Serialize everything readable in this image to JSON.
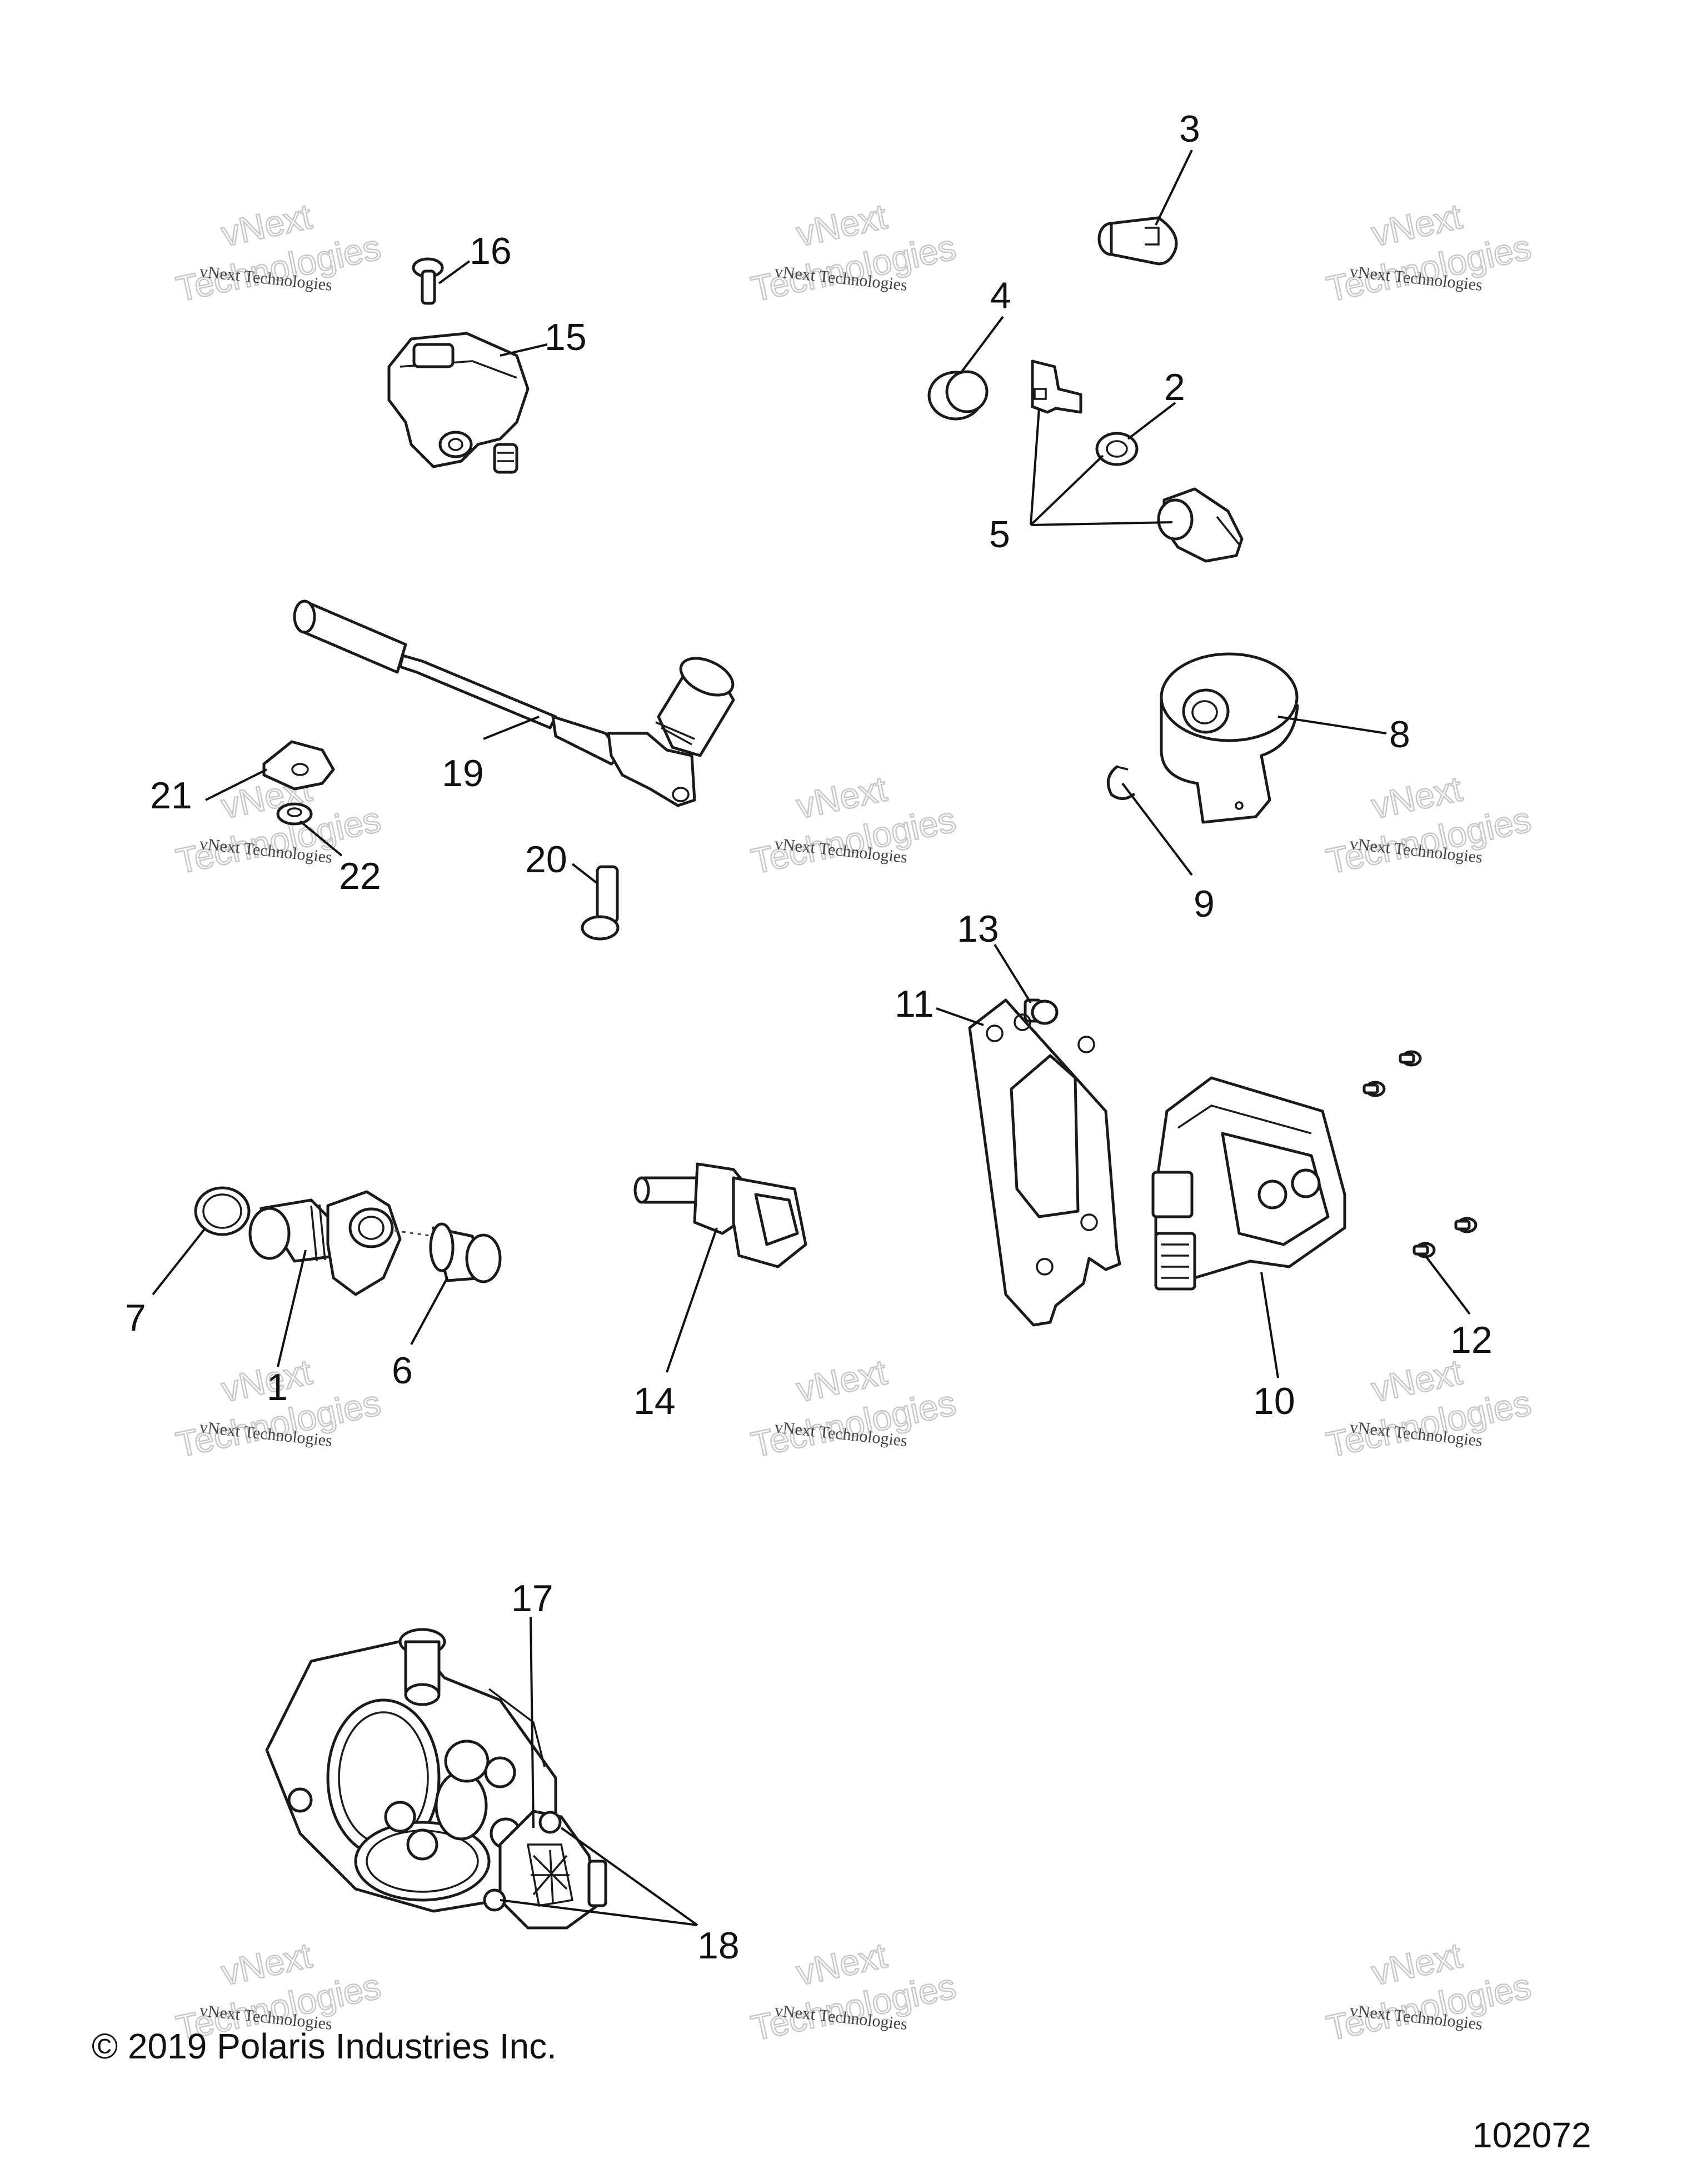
{
  "callouts": [
    "1",
    "2",
    "3",
    "4",
    "5",
    "6",
    "7",
    "8",
    "9",
    "10",
    "11",
    "12",
    "13",
    "14",
    "15",
    "16",
    "17",
    "18",
    "19",
    "20",
    "21",
    "22"
  ],
  "watermark": {
    "line1": "vNext Technologies",
    "line2a": "vNext",
    "line2b": "Technologies"
  },
  "footer": {
    "copyright": "© 2019 Polaris Industries Inc.",
    "figure_number": "102072"
  }
}
